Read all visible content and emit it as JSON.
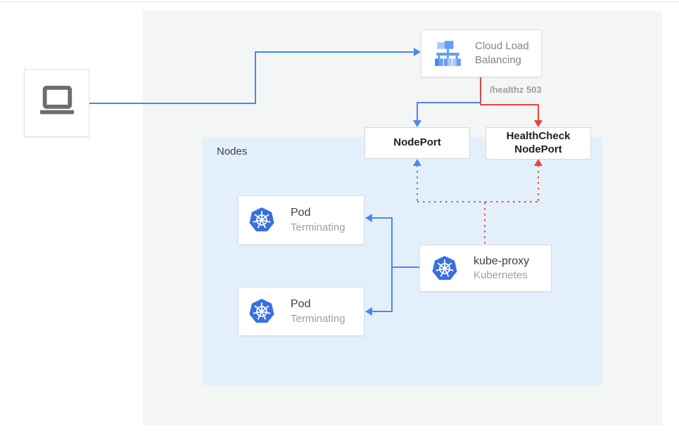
{
  "diagram": {
    "client": {
      "icon": "laptop-icon"
    },
    "cloud_load_balancing": {
      "label": "Cloud Load Balancing",
      "icon": "load-balancer-icon"
    },
    "healthz_label": "/healthz 503",
    "nodeport": {
      "label": "NodePort"
    },
    "healthcheck_nodeport": {
      "label": "HealthCheck NodePort"
    },
    "nodes_group": {
      "label": "Nodes"
    },
    "pods": [
      {
        "title": "Pod",
        "status": "Terminating",
        "icon": "kubernetes-icon"
      },
      {
        "title": "Pod",
        "status": "Terminating",
        "icon": "kubernetes-icon"
      }
    ],
    "kube_proxy": {
      "title": "kube-proxy",
      "subtitle": "Kubernetes",
      "icon": "kubernetes-icon"
    },
    "colors": {
      "traffic_blue": "#4a86f0",
      "healthcheck_red": "#e8453c",
      "nodes_panel_bg": "#e3f0fc",
      "outer_panel_bg": "#f4f5f5",
      "kubernetes_blue": "#326ce5",
      "muted_text": "#9aa0a6",
      "dark_text": "#3c4043"
    }
  }
}
